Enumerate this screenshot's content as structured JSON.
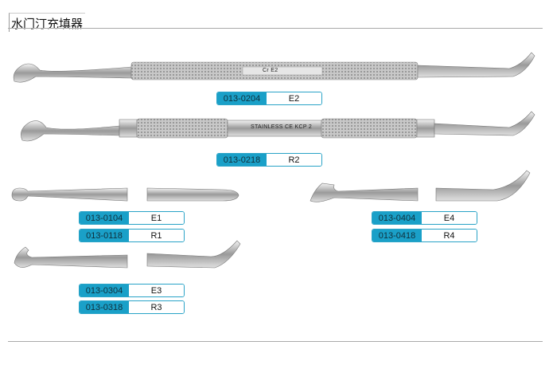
{
  "title": "水门汀充填器",
  "handle_texts": {
    "top": "Cr    E2",
    "second": "STAINLESS  CE  KCP 2"
  },
  "items": [
    {
      "code": "013-0204",
      "name": "E2"
    },
    {
      "code": "013-0218",
      "name": "R2"
    },
    {
      "code": "013-0104",
      "name": "E1"
    },
    {
      "code": "013-0118",
      "name": "R1"
    },
    {
      "code": "013-0304",
      "name": "E3"
    },
    {
      "code": "013-0318",
      "name": "R3"
    },
    {
      "code": "013-0404",
      "name": "E4"
    },
    {
      "code": "013-0418",
      "name": "R4"
    }
  ],
  "colors": {
    "accent": "#1aa0c8"
  }
}
